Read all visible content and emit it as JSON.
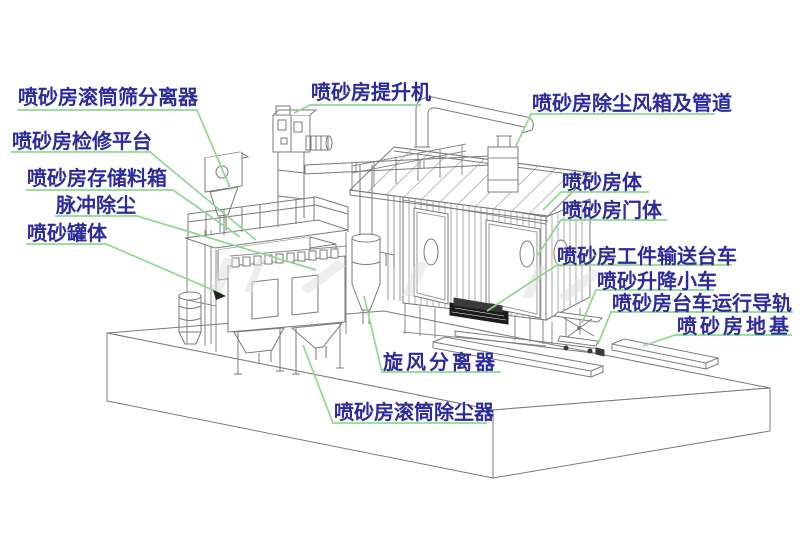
{
  "labels": [
    {
      "id": "drum-screen-separator",
      "text": "喷砂房滚筒筛分离器"
    },
    {
      "id": "maintenance-platform",
      "text": "喷砂房检修平台"
    },
    {
      "id": "storage-hopper",
      "text": "喷砂房存储料箱"
    },
    {
      "id": "pulse-dust-removal",
      "text": "脉冲除尘"
    },
    {
      "id": "blast-pot",
      "text": "喷砂罐体"
    },
    {
      "id": "bucket-elevator",
      "text": "喷砂房提升机"
    },
    {
      "id": "dust-air-box-and-ducts",
      "text": "喷砂房除尘风箱及管道"
    },
    {
      "id": "room-body",
      "text": "喷砂房体"
    },
    {
      "id": "room-door",
      "text": "喷砂房门体"
    },
    {
      "id": "workpiece-transfer-cart",
      "text": "喷砂房工件输送台车"
    },
    {
      "id": "lifting-cart",
      "text": "喷砂升降小车"
    },
    {
      "id": "cart-running-rails",
      "text": "喷砂房台车运行导轨"
    },
    {
      "id": "foundation",
      "text": "喷砂房地基"
    },
    {
      "id": "cyclone-separator",
      "text": "旋风分离器"
    },
    {
      "id": "drum-dust-collector",
      "text": "喷砂房滚筒除尘器"
    }
  ],
  "colors": {
    "label_text": "#2b2b9d",
    "leader_line": "#8fd98f",
    "drawing_line": "#7a7a7a"
  }
}
